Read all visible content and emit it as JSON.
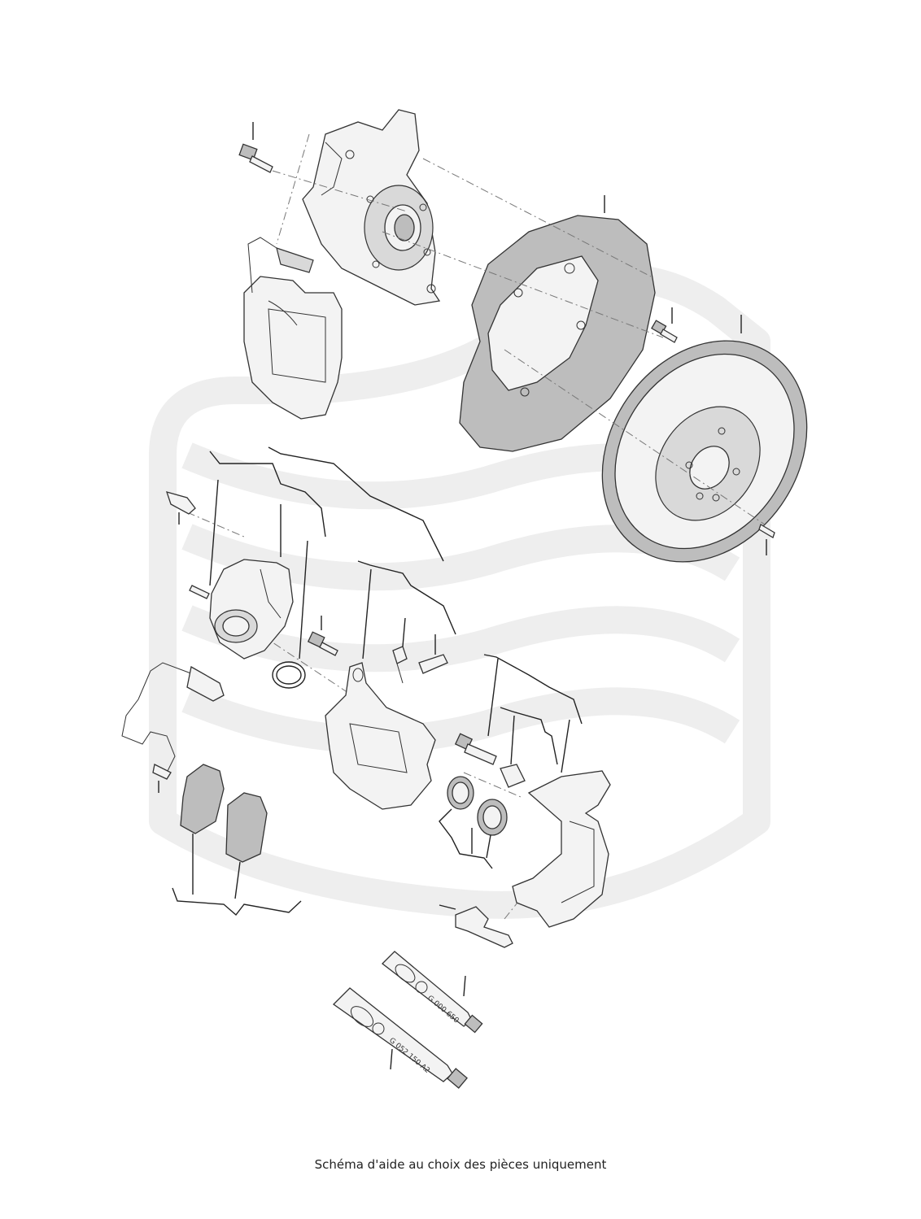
{
  "caption": "Schéma d'aide au choix des pièces uniquement",
  "colors": {
    "background": "#ffffff",
    "watermark": "#eeeeee",
    "line": "#222222",
    "part_fill": "#f3f3f3",
    "part_shade": "#bdbdbd"
  },
  "tube_labels": {
    "upper": "G 000 650",
    "lower": "G 052 150 A2"
  }
}
